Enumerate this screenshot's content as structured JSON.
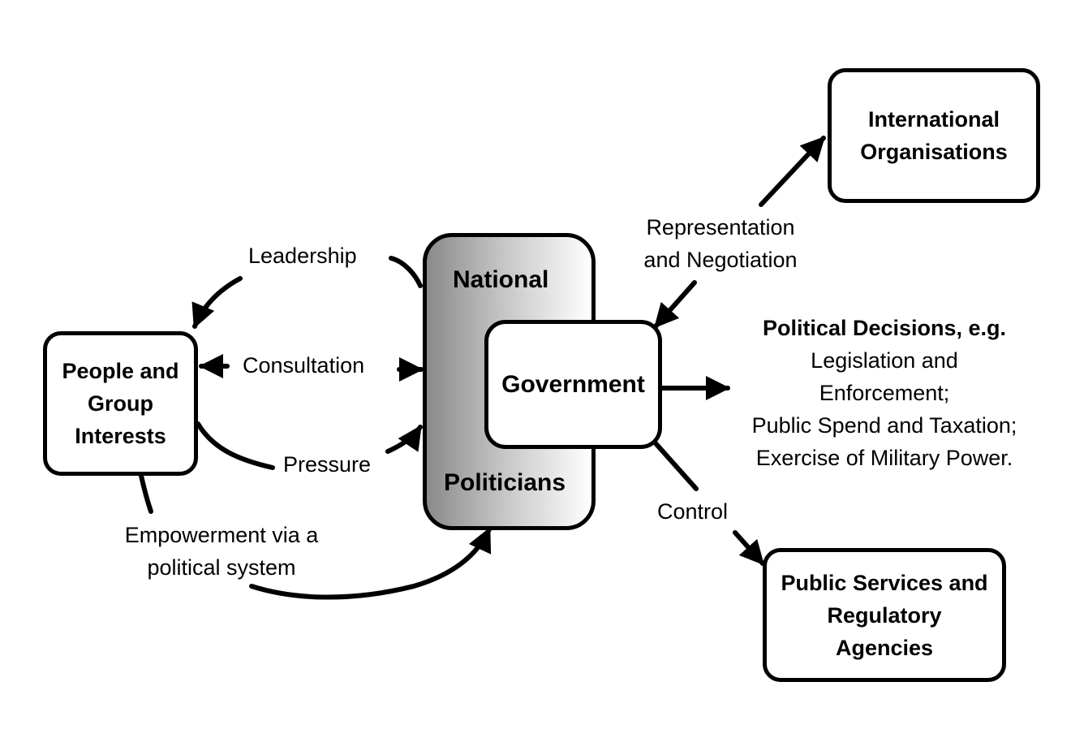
{
  "boxes": {
    "people": [
      "People and",
      "Group",
      "Interests"
    ],
    "international": [
      "International",
      "Organisations"
    ],
    "public_services": [
      "Public Services and",
      "Regulatory",
      "Agencies"
    ]
  },
  "center": {
    "national": "National",
    "government": "Government",
    "politicians": "Politicians"
  },
  "labels": {
    "leadership": "Leadership",
    "consultation": "Consultation",
    "pressure": "Pressure",
    "empowerment": [
      "Empowerment via a",
      "political system"
    ],
    "representation": [
      "Representation",
      "and Negotiation"
    ],
    "control": "Control"
  },
  "decisions": {
    "title": "Political Decisions, e.g.",
    "items": [
      "Legislation and",
      "Enforcement;",
      "Public Spend and Taxation;",
      "Exercise of Military Power."
    ]
  }
}
